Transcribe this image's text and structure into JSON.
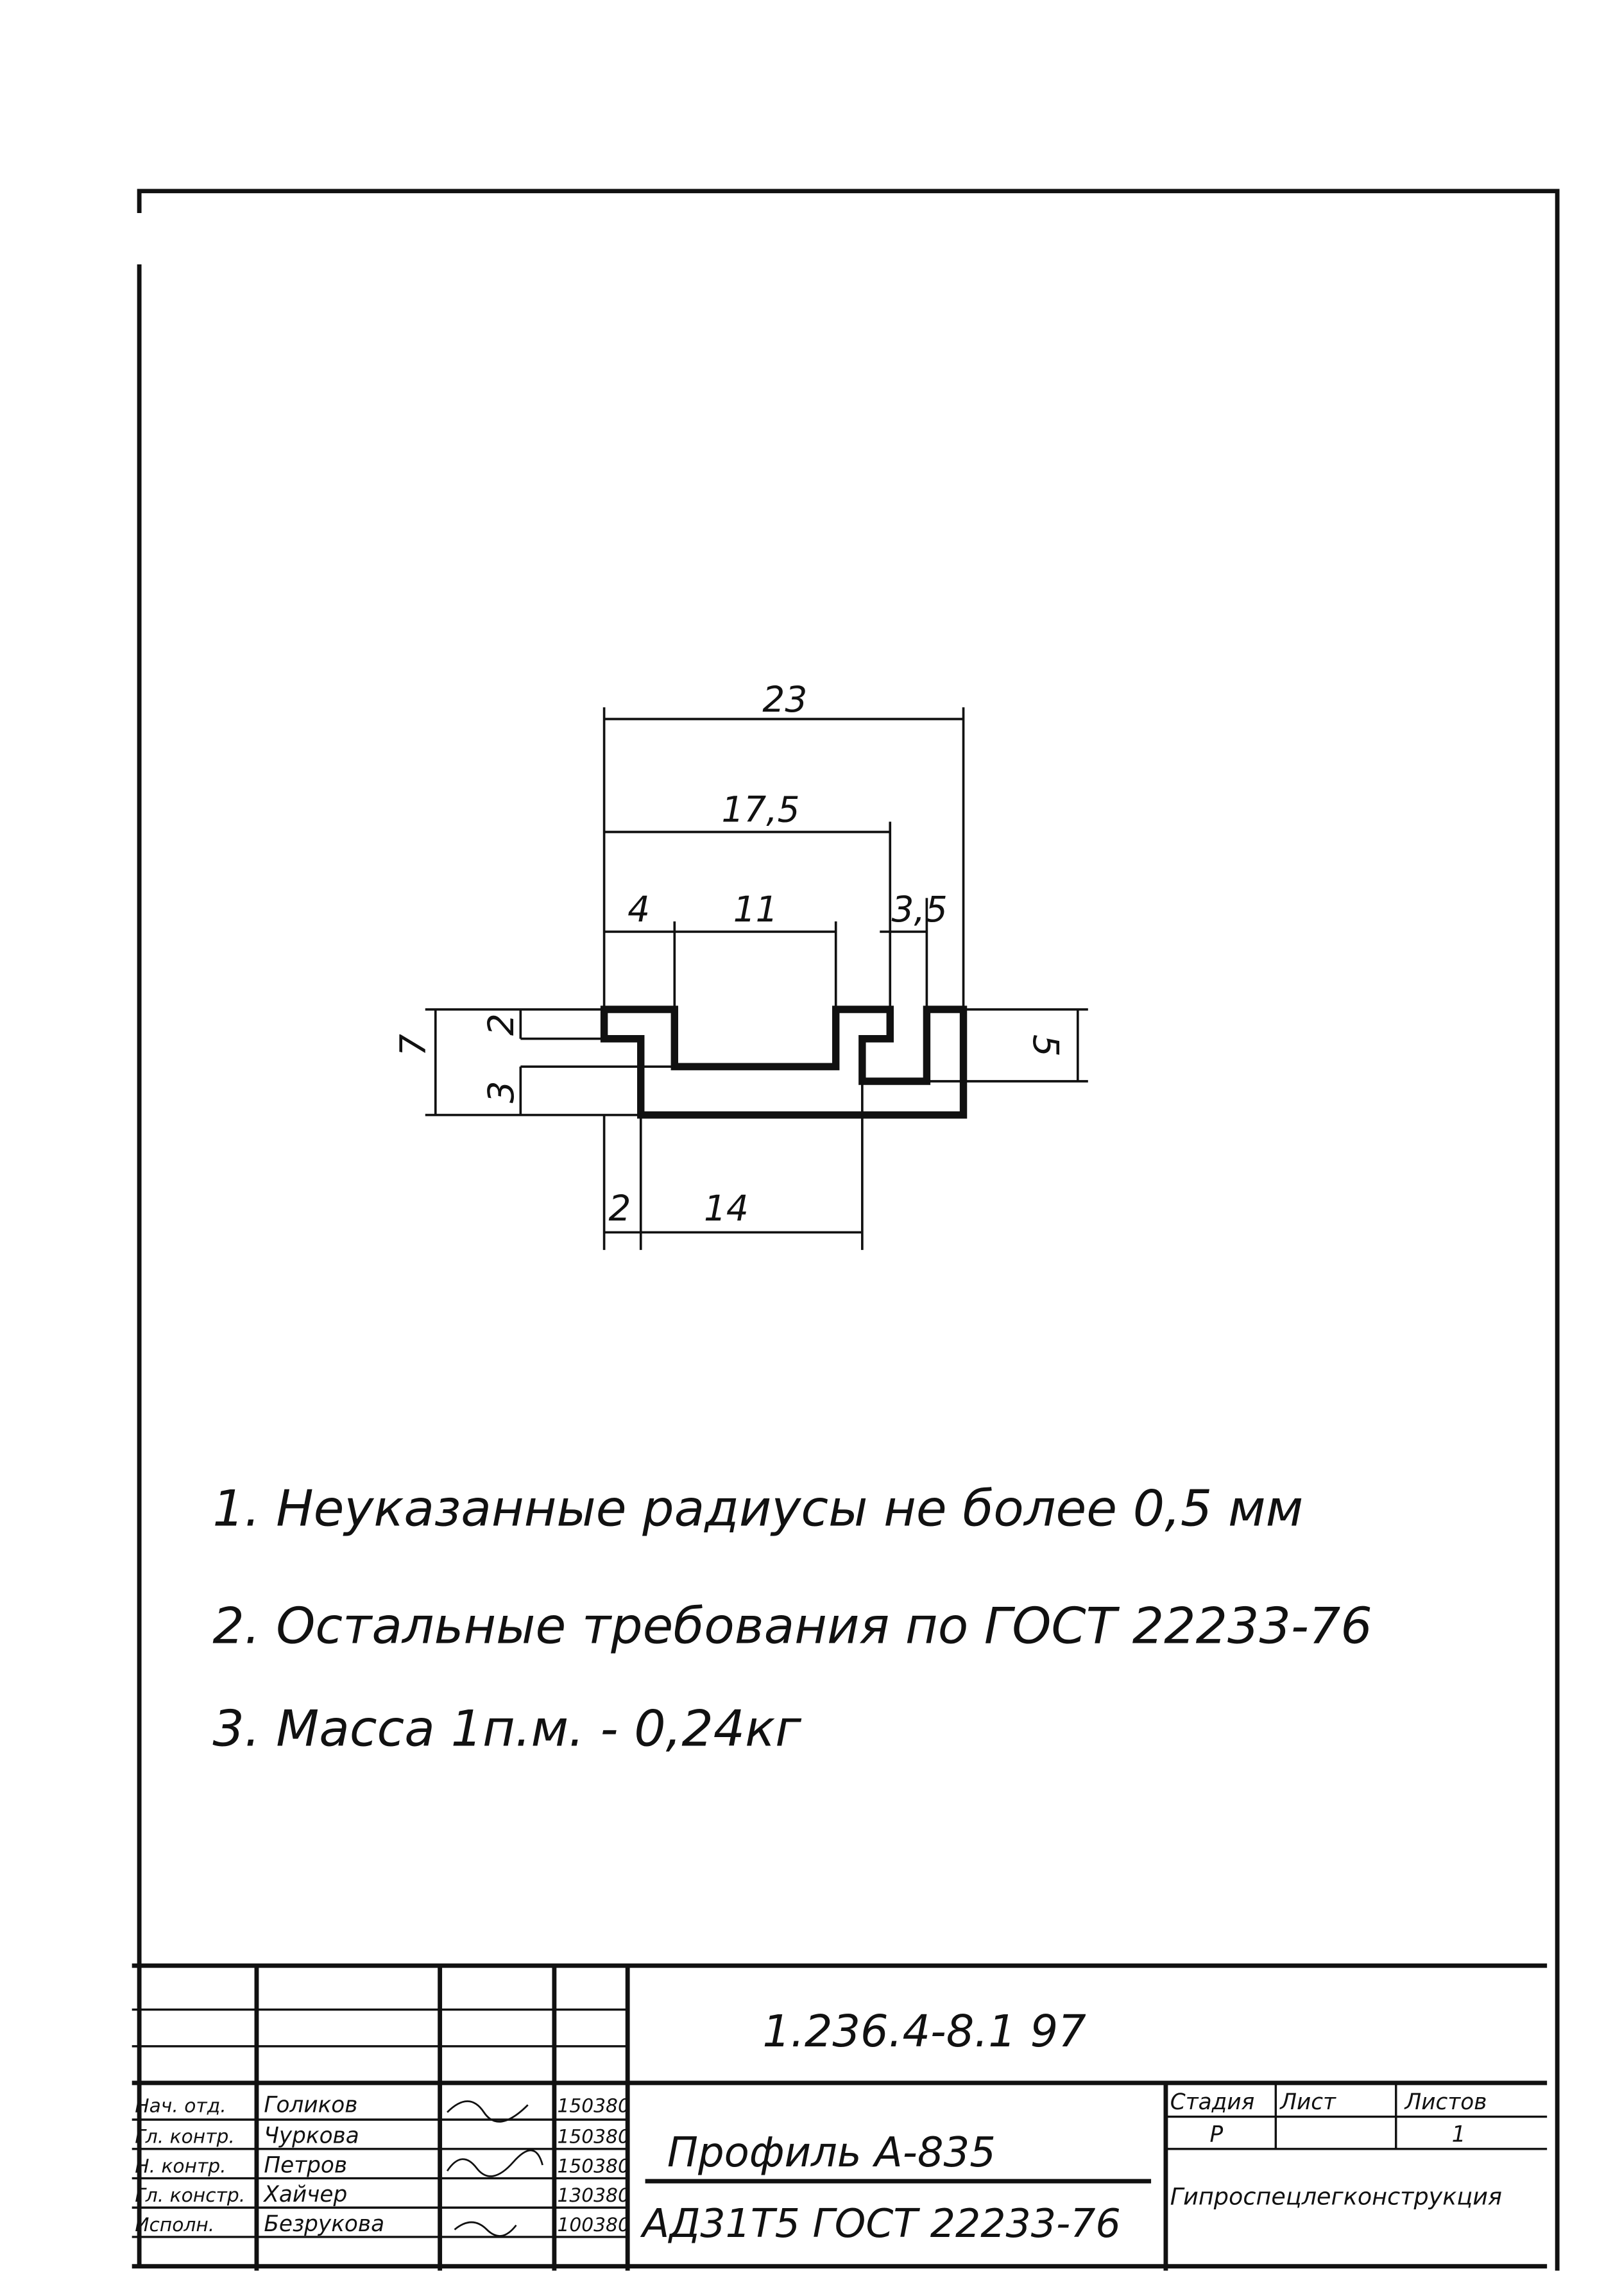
{
  "drawing": {
    "dimensions": {
      "overall_width": "23",
      "width_17_5": "17,5",
      "left_flange": "4",
      "channel": "11",
      "slot": "3,5",
      "height_total": "7",
      "height_top": "2",
      "height_lower": "3",
      "right_height": "5",
      "bottom_left": "2",
      "bottom_width": "14"
    }
  },
  "notes": [
    "1. Неуказанные радиусы не более 0,5 мм",
    "2. Остальные требования по ГОСТ 22233-76",
    "3. Масса 1п.м. - 0,24кг"
  ],
  "title_block": {
    "document_code": "1.236.4-8.1 97",
    "title": "Профиль А-835",
    "material": "АД31Т5 ГОСТ 22233-76",
    "organization": "Гипроспецлегконструкция",
    "stage_label": "Стадия",
    "sheet_label": "Лист",
    "sheets_label": "Листов",
    "stage": "Р",
    "sheet": "",
    "sheets": "1",
    "signatures": [
      {
        "role": "Нач. отд.",
        "name": "Голиков",
        "date": "150380"
      },
      {
        "role": "Гл. контр.",
        "name": "Чуркова",
        "date": "150380"
      },
      {
        "role": "Н. контр.",
        "name": "Петров",
        "date": "150380"
      },
      {
        "role": "Гл. констр.",
        "name": "Хайчер",
        "date": "130380"
      },
      {
        "role": "Исполн.",
        "name": "Безрукова",
        "date": "100380"
      }
    ]
  }
}
